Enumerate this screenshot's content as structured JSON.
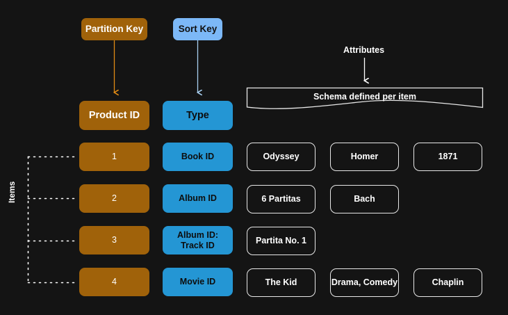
{
  "background_color": "#141414",
  "callouts": {
    "partition_key": {
      "label": "Partition Key",
      "color": "#A0620A",
      "arrow_color": "#E08A14"
    },
    "sort_key": {
      "label": "Sort Key",
      "color": "#7CB8F7",
      "arrow_color": "#A8CFF0"
    },
    "attributes": {
      "label": "Attributes",
      "arrow_color": "#FFFFFF"
    }
  },
  "banner": {
    "label": "Schema defined per item",
    "border_color": "#E8E8E8"
  },
  "items_bracket": {
    "label": "Items",
    "color": "#FFFFFF"
  },
  "table": {
    "header": {
      "partition_key_column": "Product ID",
      "sort_key_column": "Type"
    },
    "rows": [
      {
        "product_id": "1",
        "type": "Book ID",
        "attributes": [
          "Odyssey",
          "Homer",
          "1871"
        ]
      },
      {
        "product_id": "2",
        "type": "Album ID",
        "attributes": [
          "6 Partitas",
          "Bach"
        ]
      },
      {
        "product_id": "3",
        "type": "Album ID:\nTrack ID",
        "attributes": [
          "Partita No. 1"
        ]
      },
      {
        "product_id": "4",
        "type": "Movie ID",
        "attributes": [
          "The Kid",
          "Drama, Comedy",
          "Chaplin"
        ]
      }
    ]
  }
}
